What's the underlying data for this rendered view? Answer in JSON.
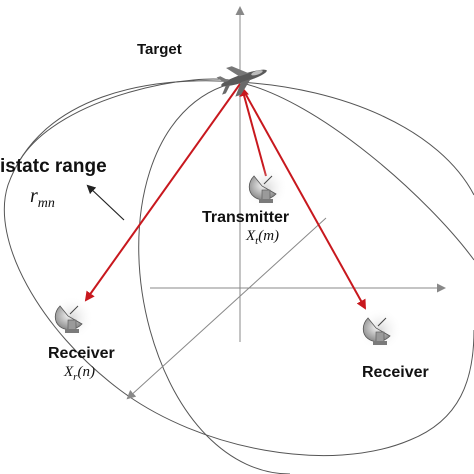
{
  "labels": {
    "target": "Target",
    "transmitter": "Transmitter",
    "receiver_left": "Receiver",
    "receiver_right": "Receiver",
    "bistatic_range_partial": "istatc range"
  },
  "math": {
    "range_symbol": "r",
    "range_subscript": "mn",
    "tx_symbol": "X",
    "tx_subscript": "t",
    "tx_arg": "(m)",
    "rx_symbol": "X",
    "rx_subscript": "r",
    "rx_arg": "(n)"
  },
  "colors": {
    "signal_path": "#c8181e",
    "axes": "#888888",
    "ellipses": "#555555",
    "annotation_arrow": "#222222"
  },
  "icons": {
    "target": "fighter-jet-icon",
    "transmitter": "satellite-dish-icon",
    "receiver_left": "satellite-dish-icon",
    "receiver_right": "satellite-dish-icon"
  }
}
